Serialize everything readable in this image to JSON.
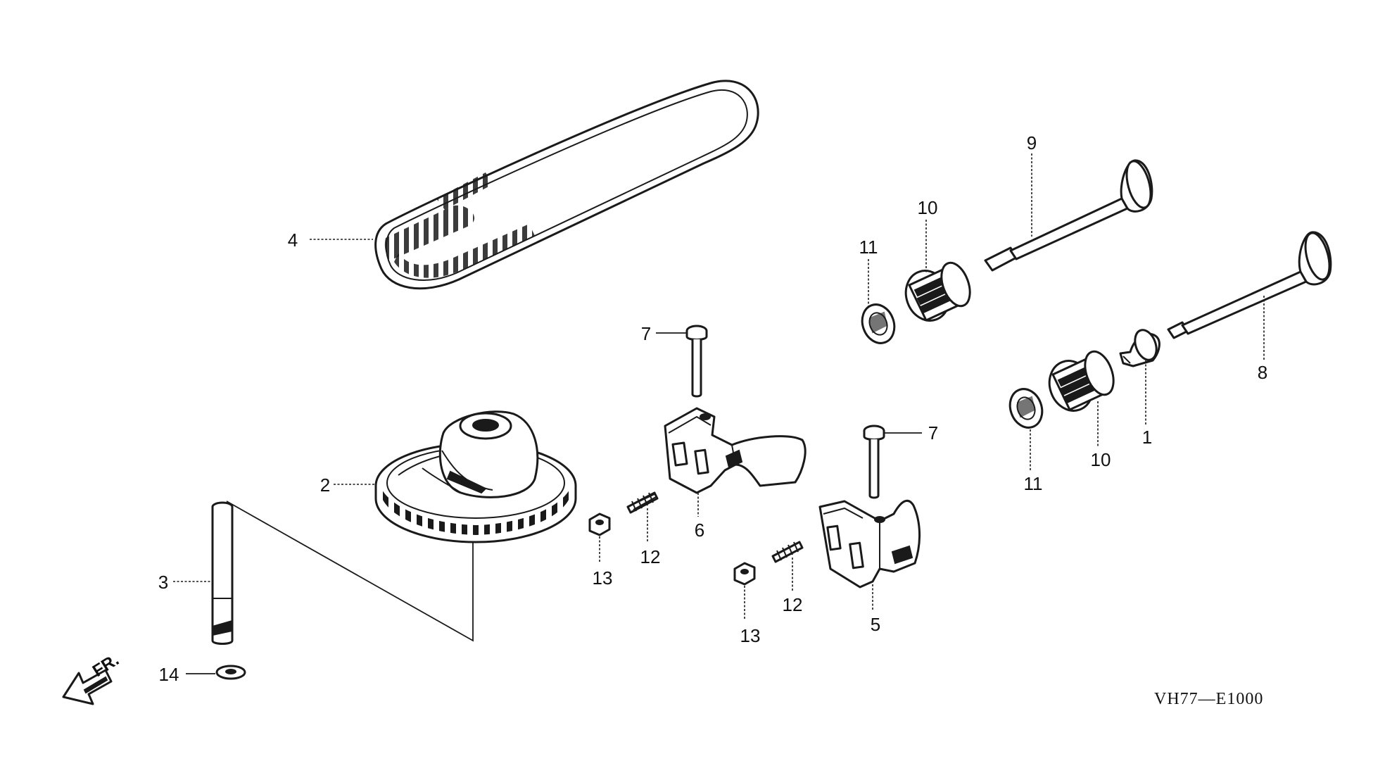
{
  "diagram": {
    "code": "VH77—E1000",
    "front_label": "FR.",
    "callouts": [
      {
        "id": "c1",
        "label": "1"
      },
      {
        "id": "c2",
        "label": "2"
      },
      {
        "id": "c3",
        "label": "3"
      },
      {
        "id": "c4",
        "label": "4"
      },
      {
        "id": "c5",
        "label": "5"
      },
      {
        "id": "c6",
        "label": "6"
      },
      {
        "id": "c7a",
        "label": "7"
      },
      {
        "id": "c7b",
        "label": "7"
      },
      {
        "id": "c8",
        "label": "8"
      },
      {
        "id": "c9",
        "label": "9"
      },
      {
        "id": "c10a",
        "label": "10"
      },
      {
        "id": "c10b",
        "label": "10"
      },
      {
        "id": "c11a",
        "label": "11"
      },
      {
        "id": "c11b",
        "label": "11"
      },
      {
        "id": "c12a",
        "label": "12"
      },
      {
        "id": "c12b",
        "label": "12"
      },
      {
        "id": "c13a",
        "label": "13"
      },
      {
        "id": "c13b",
        "label": "13"
      },
      {
        "id": "c14",
        "label": "14"
      }
    ]
  }
}
